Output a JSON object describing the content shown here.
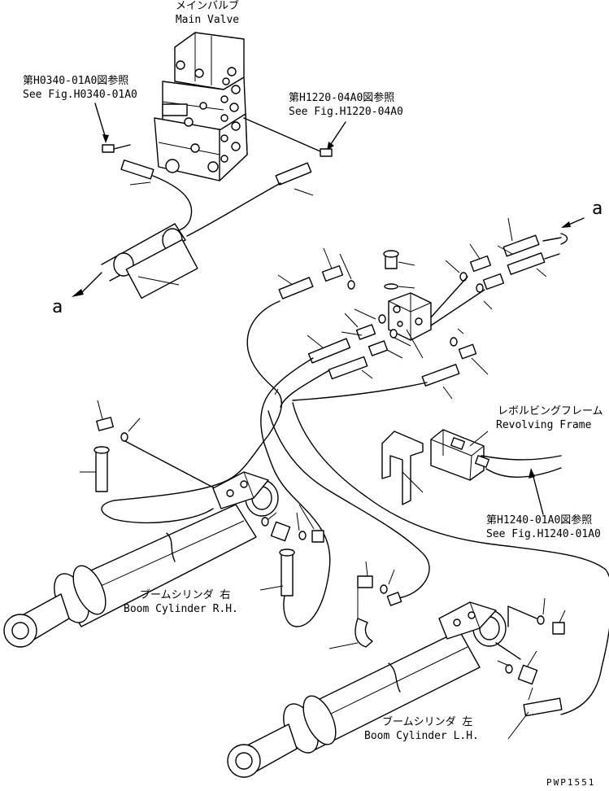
{
  "labels": {
    "main_valve_jp": "メインバルブ",
    "main_valve_en": "Main Valve",
    "ref_h0340_jp": "第H0340-01A0図参照",
    "ref_h0340_en": "See Fig.H0340-01A0",
    "ref_h1220_jp": "第H1220-04A0図参照",
    "ref_h1220_en": "See Fig.H1220-04A0",
    "revolving_frame_jp": "レボルビングフレーム",
    "revolving_frame_en": "Revolving Frame",
    "ref_h1240_jp": "第H1240-01A0図参照",
    "ref_h1240_en": "See Fig.H1240-01A0",
    "boom_rh_jp": "ブームシリンダ 右",
    "boom_rh_en": "Boom Cylinder R.H.",
    "boom_lh_jp": "ブームシリンダ 左",
    "boom_lh_en": "Boom Cylinder L.H.",
    "connector_a_left": "a",
    "connector_a_right": "a",
    "drawing_code": "PWP1551"
  }
}
